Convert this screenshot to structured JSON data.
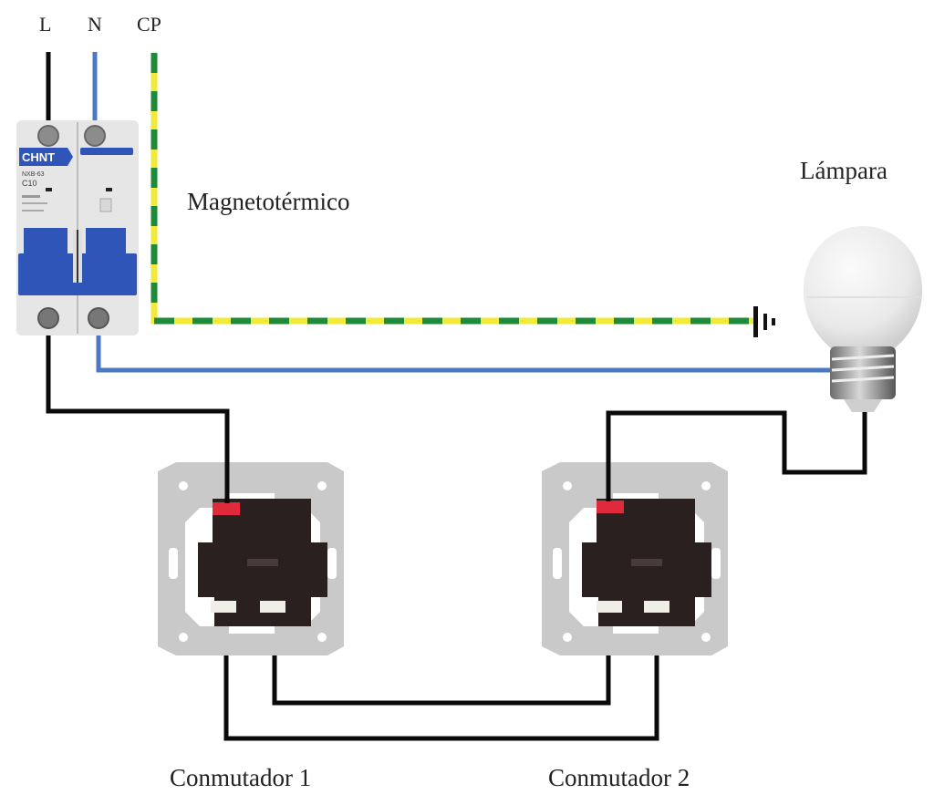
{
  "labels": {
    "line": "L",
    "neutral": "N",
    "earth": "CP",
    "breaker": "Magnetotérmico",
    "lamp": "Lámpara",
    "switch1": "Conmutador 1",
    "switch2": "Conmutador 2"
  },
  "breaker": {
    "brand": "CHNT",
    "model": "NXB-63",
    "rating": "C10"
  },
  "colors": {
    "line_wire": "#0a0a0a",
    "neutral_wire": "#4a78c4",
    "earth_primary": "#f2ea3a",
    "earth_secondary": "#1e8a3a",
    "breaker_blue": "#2f55b8",
    "breaker_body": "#e6e6e6",
    "switch_frame": "#c9c9c9",
    "switch_body": "#2a2020",
    "switch_terminal_common": "#e0293a",
    "switch_terminal": "#efefe8"
  },
  "icons": {
    "earth": "ground-symbol-icon",
    "lamp": "light-bulb-icon",
    "breaker": "circuit-breaker-icon",
    "switch": "two-way-switch-icon"
  }
}
